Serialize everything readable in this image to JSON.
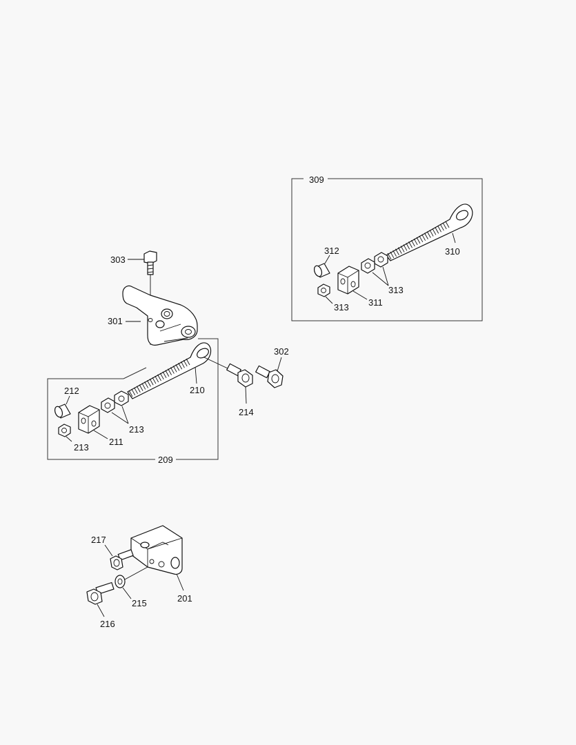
{
  "labels": {
    "l201": "201",
    "l209": "209",
    "l210": "210",
    "l211": "211",
    "l212": "212",
    "l213a": "213",
    "l213b": "213",
    "l214": "214",
    "l215": "215",
    "l216": "216",
    "l217": "217",
    "l301": "301",
    "l302": "302",
    "l303": "303",
    "l309": "309",
    "l310": "310",
    "l311": "311",
    "l312": "312",
    "l313a": "313",
    "l313b": "313"
  }
}
